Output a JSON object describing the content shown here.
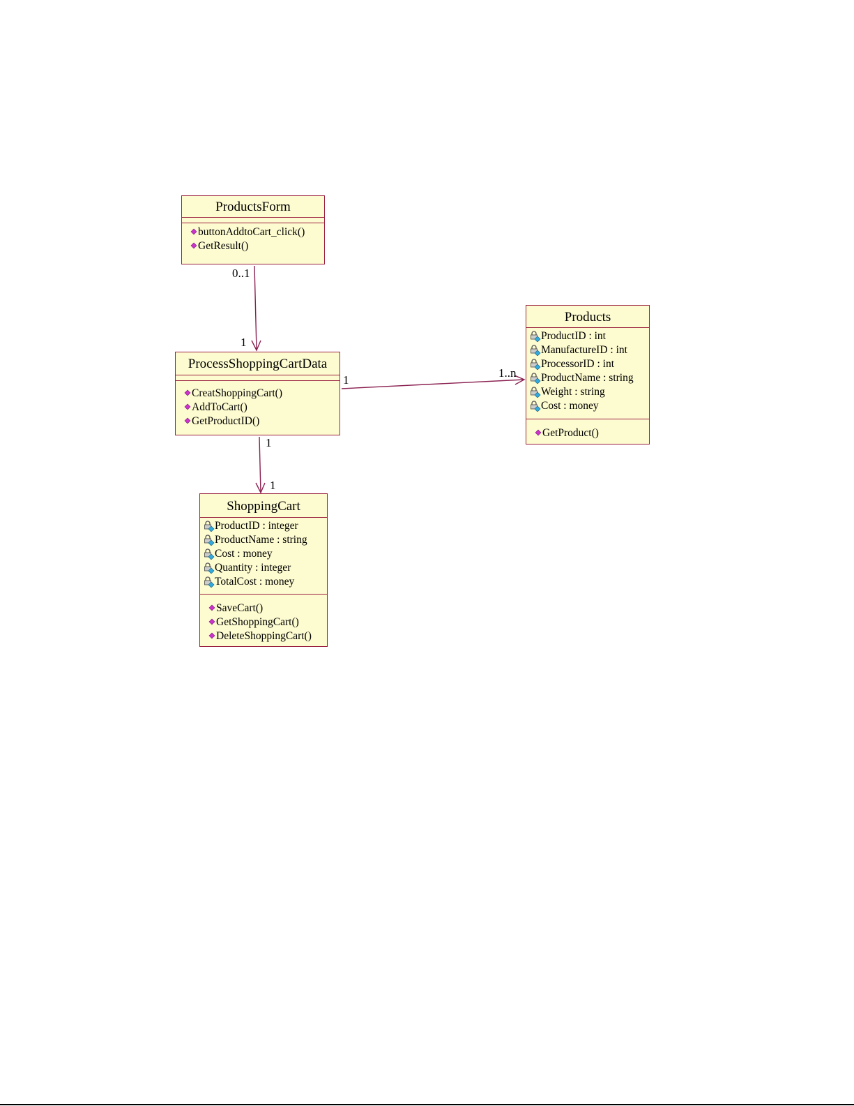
{
  "classes": {
    "products_form": {
      "name": "ProductsForm",
      "attributes": [],
      "methods": [
        "buttonAddtoCart_click()",
        "GetResult()"
      ]
    },
    "process": {
      "name": "ProcessShoppingCartData",
      "attributes": [],
      "methods": [
        "CreatShoppingCart()",
        "AddToCart()",
        "GetProductID()"
      ]
    },
    "products": {
      "name": "Products",
      "attributes": [
        "ProductID : int",
        "ManufactureID : int",
        "ProcessorID : int",
        "ProductName : string",
        "Weight : string",
        "Cost : money"
      ],
      "methods": [
        "GetProduct()"
      ]
    },
    "shopping_cart": {
      "name": "ShoppingCart",
      "attributes": [
        "ProductID : integer",
        "ProductName : string",
        "Cost : money",
        "Quantity : integer",
        "TotalCost : money"
      ],
      "methods": [
        "SaveCart()",
        "GetShoppingCart()",
        "DeleteShoppingCart()"
      ]
    }
  },
  "associations": [
    {
      "from": "ProductsForm",
      "to": "ProcessShoppingCartData",
      "from_mult": "0..1",
      "to_mult": "1"
    },
    {
      "from": "ProcessShoppingCartData",
      "to": "Products",
      "from_mult": "1",
      "to_mult": "1..n"
    },
    {
      "from": "ProcessShoppingCartData",
      "to": "ShoppingCart",
      "from_mult": "1",
      "to_mult": "1"
    }
  ],
  "colors": {
    "fill": "#fdfbd0",
    "border": "#9a2040",
    "method_icon": "#cc33cc",
    "attr_icon": "#33aadd"
  }
}
